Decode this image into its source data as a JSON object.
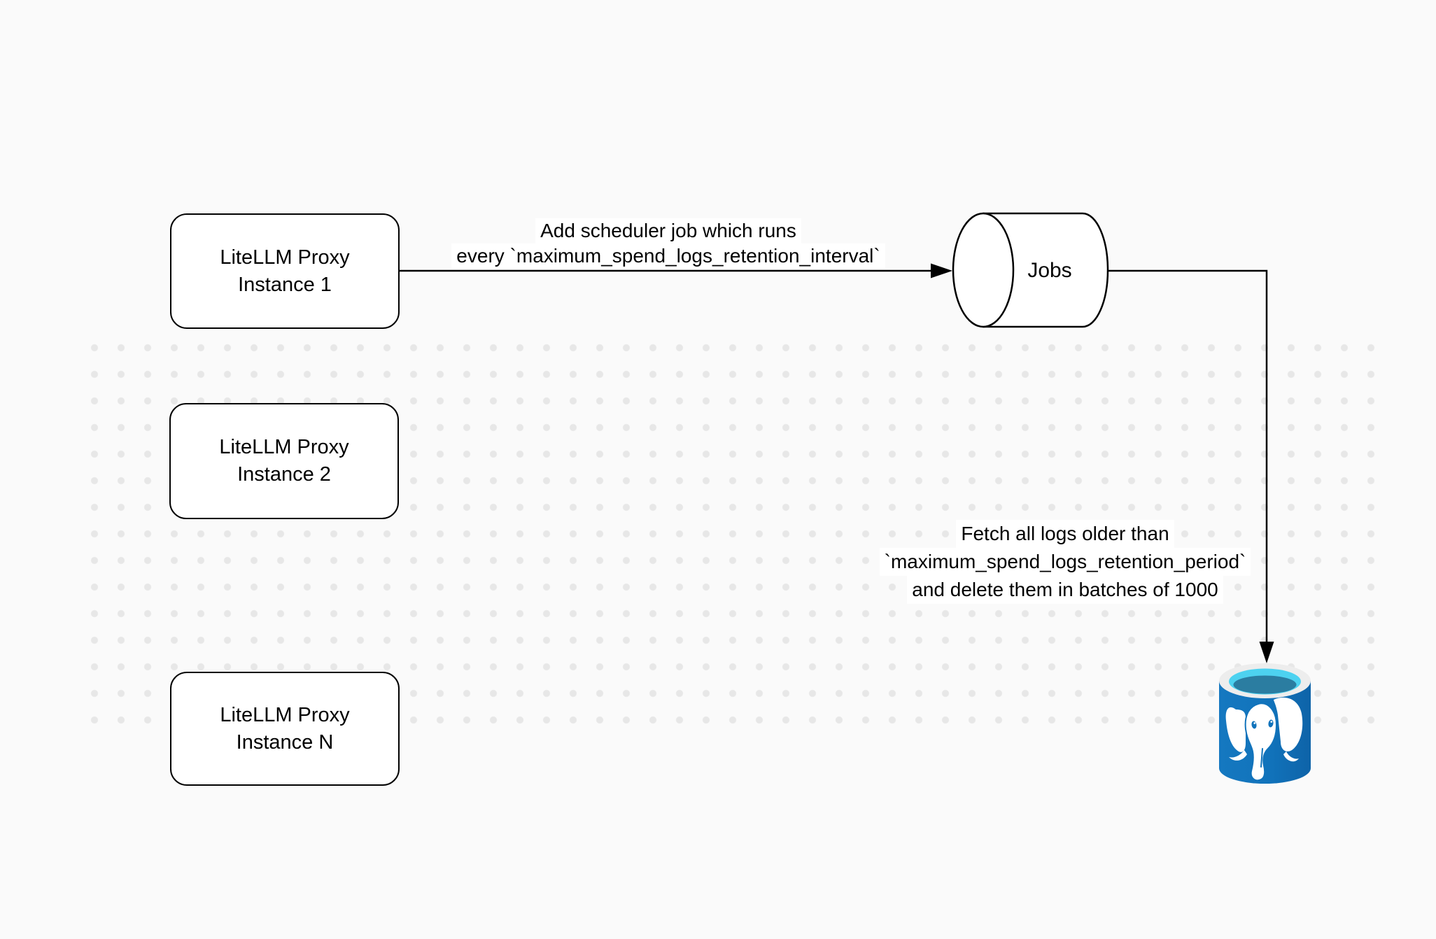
{
  "page": {
    "background_color": "#fafafa",
    "dot_color": "#e7e7e7"
  },
  "diagram": {
    "nodes": {
      "instances": [
        {
          "line1": "LiteLLM Proxy",
          "line2": "Instance 1"
        },
        {
          "line1": "LiteLLM Proxy",
          "line2": "Instance 2"
        },
        {
          "line1": "LiteLLM Proxy",
          "line2": "Instance N"
        }
      ],
      "jobs": {
        "label": "Jobs"
      },
      "database": {
        "icon": "postgresql-database-icon"
      }
    },
    "edge_labels": {
      "scheduler": {
        "line1": "Add scheduler job which runs",
        "line2": "every `maximum_spend_logs_retention_interval`"
      },
      "fetch": {
        "line1": "Fetch all logs older than",
        "line2": "`maximum_spend_logs_retention_period`",
        "line3": "and delete them in batches of 1000"
      }
    },
    "colors": {
      "stroke": "#000000",
      "node_fill": "#ffffff",
      "postgres_blue": "#1173bb",
      "postgres_rim": "#ededed",
      "postgres_water_light": "#4dd2f0",
      "postgres_water_dark": "#2b7da1"
    }
  }
}
